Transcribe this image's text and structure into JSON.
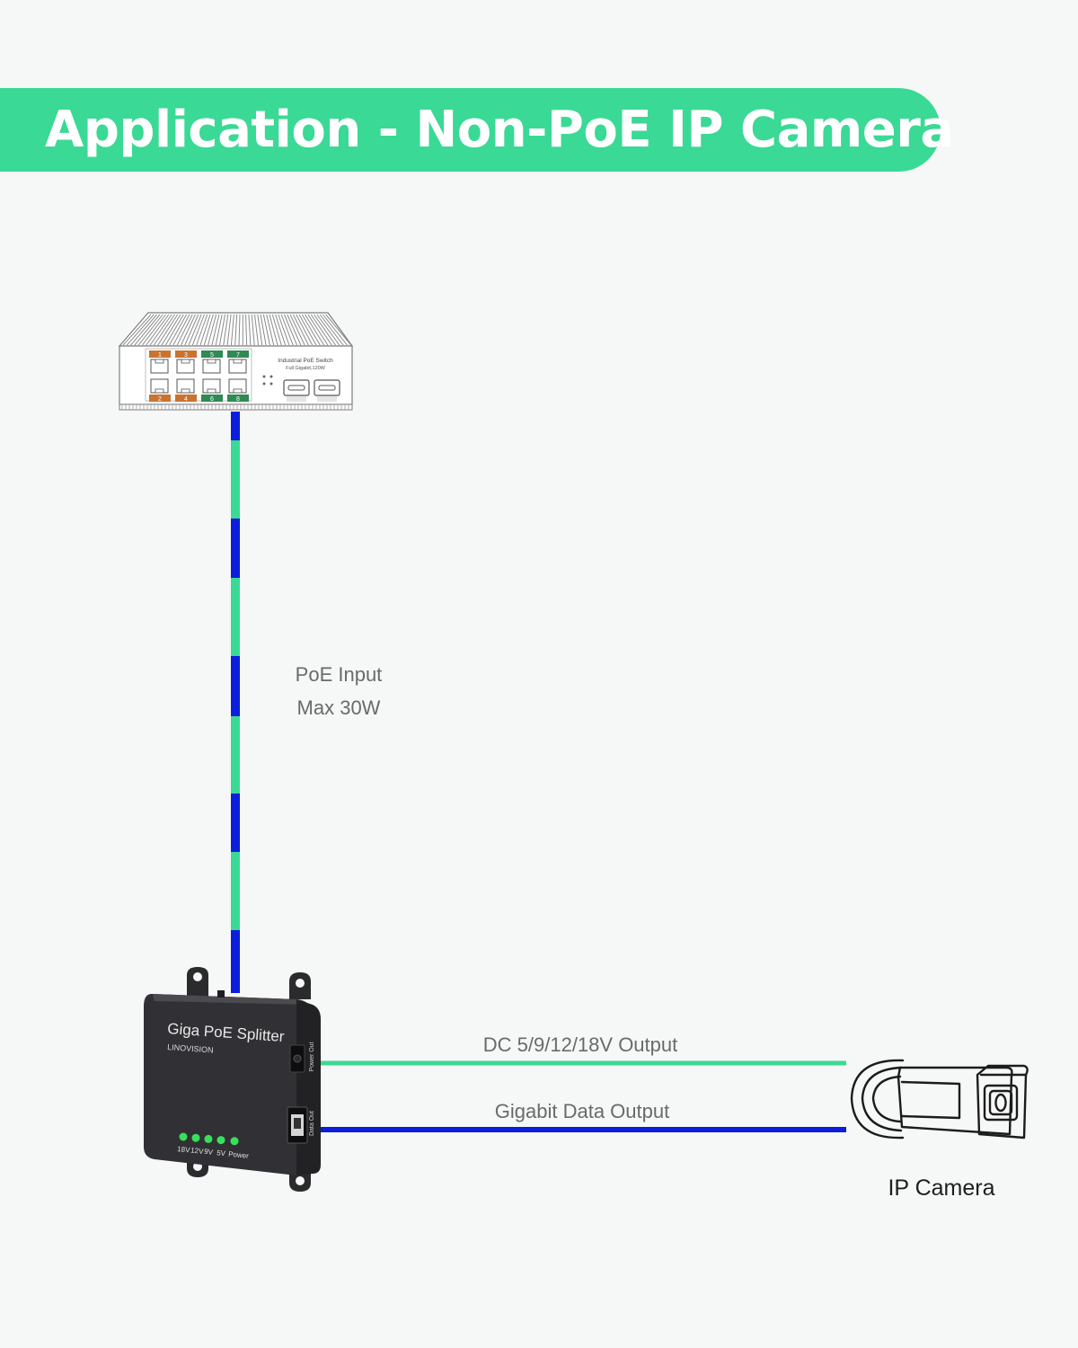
{
  "title": "Application - Non-PoE IP Camera",
  "colors": {
    "banner": "#3ad995",
    "background": "#f6f7f7",
    "power_line": "#3ad995",
    "data_line": "#0a1edb",
    "device_dark": "#2f2f33",
    "led_green": "#38e05a"
  },
  "switch": {
    "icon": "industrial-poe-switch-icon",
    "label_line1": "Industrial PoE Switch",
    "label_line2": "Full Gigabit,120W",
    "port_numbers_top": [
      "1",
      "3",
      "5",
      "7"
    ],
    "port_numbers_bottom": [
      "2",
      "4",
      "6",
      "8"
    ]
  },
  "poe_input": {
    "line1": "PoE Input",
    "line2": "Max 30W"
  },
  "splitter": {
    "icon": "poe-splitter-icon",
    "name": "Giga PoE Splitter",
    "brand": "LINOVISION",
    "port_power_label": "Power Out",
    "port_data_label": "Data Out",
    "led_labels": [
      "18V",
      "12V",
      "9V",
      "5V",
      "Power"
    ]
  },
  "outputs": {
    "power": "DC 5/9/12/18V Output",
    "data": "Gigabit Data Output"
  },
  "camera": {
    "icon": "ip-camera-icon",
    "label": "IP Camera"
  }
}
